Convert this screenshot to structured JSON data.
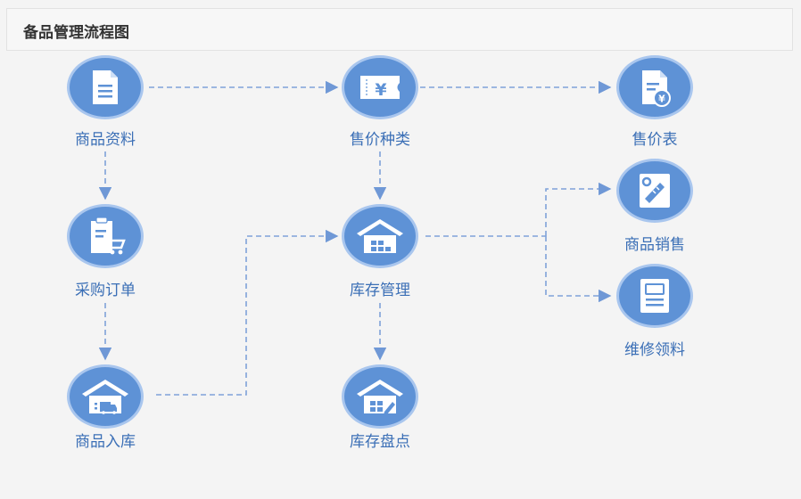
{
  "header": {
    "title": "备品管理流程图"
  },
  "nodes": {
    "product_info": "商品资料",
    "price_types": "售价种类",
    "price_list": "售价表",
    "purchase_order": "采购订单",
    "inventory": "库存管理",
    "product_sales": "商品销售",
    "repair_materials": "维修领料",
    "product_inbound": "商品入库",
    "stocktake": "库存盘点"
  },
  "colors": {
    "node_fill": "#5e92d6",
    "node_ring": "#a9c6ee",
    "connector": "#7ea2d9",
    "label": "#3b6fb6"
  }
}
